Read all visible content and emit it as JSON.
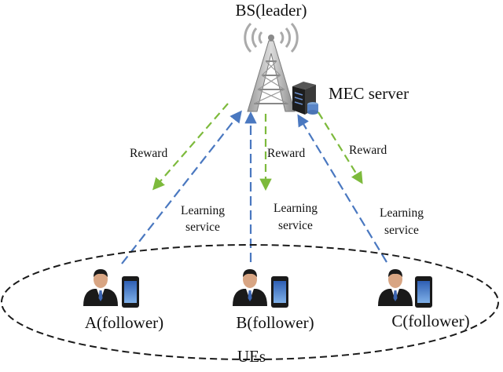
{
  "base_station": {
    "label": "BS(leader)"
  },
  "server": {
    "label": "MEC server"
  },
  "links": [
    {
      "reward_label": "Reward",
      "service_line1": "Learning",
      "service_line2": "service"
    },
    {
      "reward_label": "Reward",
      "service_line1": "Learning",
      "service_line2": "service"
    },
    {
      "reward_label": "Reward",
      "service_line1": "Learning",
      "service_line2": "service"
    }
  ],
  "users": [
    {
      "label": "A(follower)"
    },
    {
      "label": "B(follower)"
    },
    {
      "label": "C(follower)"
    }
  ],
  "group": {
    "label": "UEs"
  },
  "colors": {
    "reward_arrow": "#7dba3c",
    "service_arrow": "#4a78c0",
    "tower": "#888888",
    "user_body": "#1a1a1a"
  }
}
